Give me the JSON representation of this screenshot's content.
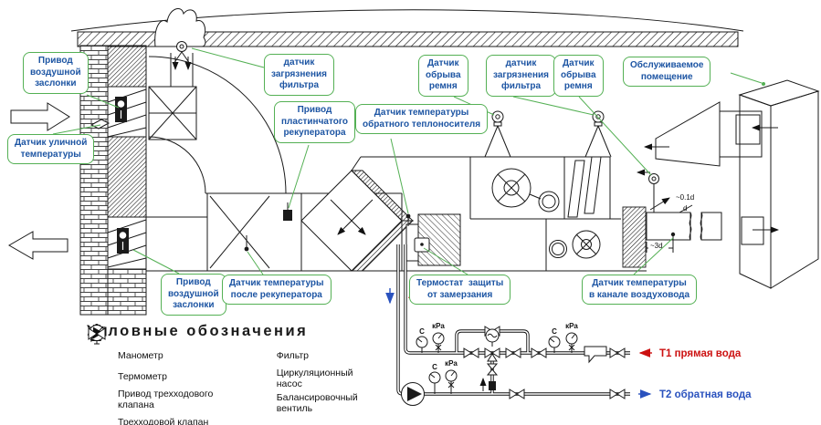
{
  "callouts": [
    {
      "text": "Привод\nвоздушной\nзаслонки"
    },
    {
      "text": "Датчик уличной\nтемпературы"
    },
    {
      "text": "датчик\nзагрязнения\nфильтра"
    },
    {
      "text": "Привод\nпластинчатого\nрекуператора"
    },
    {
      "text": "Датчик температуры\nобратного теплоносителя"
    },
    {
      "text": "Датчик\nобрыва\nремня"
    },
    {
      "text": "датчик\nзагрязнения\nфильтра"
    },
    {
      "text": "Датчик\nобрыва\nремня"
    },
    {
      "text": "Обслуживаемое\nпомещение"
    },
    {
      "text": "Привод\nвоздушной\nзаслонки"
    },
    {
      "text": "Датчик температуры\nпосле рекуператора"
    },
    {
      "text": "Термостат  защиты\nот замерзания"
    },
    {
      "text": "Датчик температуры\nв канале воздуховода"
    }
  ],
  "pipe_labels": {
    "t1": "Т1  прямая вода",
    "t2": "Т2  обратная вода"
  },
  "small_labels": {
    "kpa": "кРа",
    "c": "С",
    "dim_01d": "~0.1d",
    "dim_d": "d",
    "dim_3d": "~3d"
  },
  "legend": {
    "title": "Условные обозначения",
    "col1": [
      "Манометр",
      "Термометр",
      "Привод трехходового\nклапана",
      "Трехходовой клапан"
    ],
    "col2": [
      "Фильтр",
      "Циркуляционный\nнасос",
      "Балансировочный\nвентиль"
    ]
  },
  "colors": {
    "callout_border": "#54b054",
    "callout_text": "#1d55a3",
    "t1_red": "#cc1111",
    "t2_blue": "#2a52be",
    "line": "#1a1a1a"
  }
}
